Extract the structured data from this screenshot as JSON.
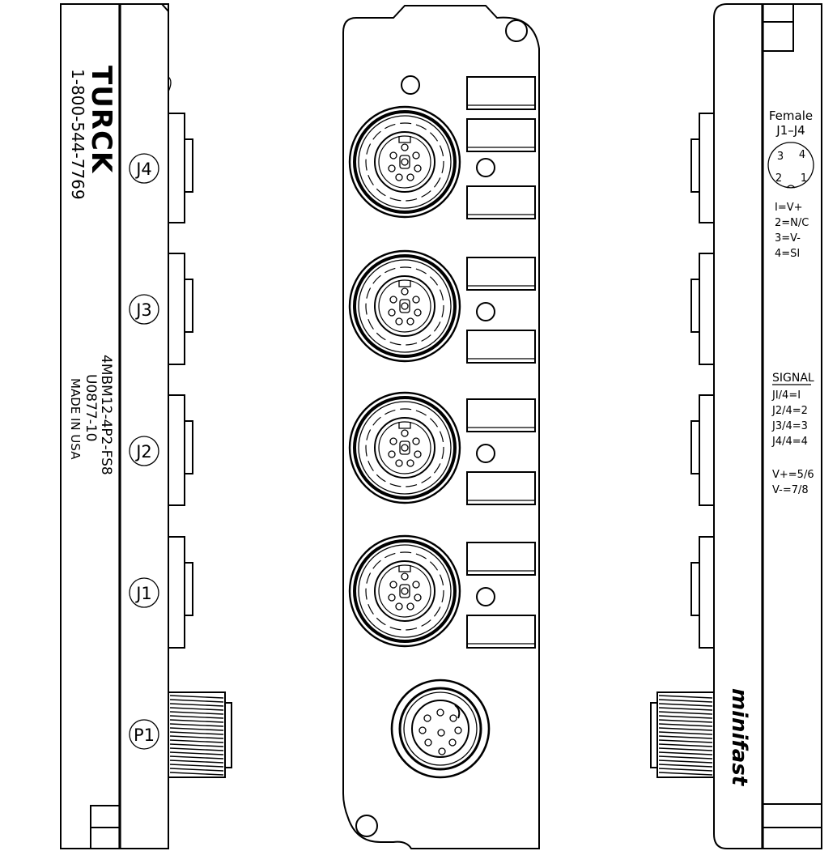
{
  "left_view": {
    "brand": "TURCK",
    "phone": "1-800-544-7769",
    "model_lines": [
      "4MBM12-4P2-FS8",
      "U0877-10",
      "MADE IN USA"
    ],
    "port_labels": [
      "J4",
      "J3",
      "J2",
      "J1",
      "P1"
    ]
  },
  "right_view": {
    "female_title": "Female",
    "female_range": "J1–J4",
    "pin_numbers": [
      "3",
      "4",
      "2",
      "1"
    ],
    "pin_map": [
      "I=V+",
      "2=N/C",
      "3=V-",
      "4=SI"
    ],
    "signal_heading": "SIGNAL",
    "signal_map": [
      "JI/4=I",
      "J2/4=2",
      "J3/4=3",
      "J4/4=4"
    ],
    "power_map": [
      "V+=5/6",
      "V-=7/8"
    ],
    "side_logo": "minifast"
  }
}
